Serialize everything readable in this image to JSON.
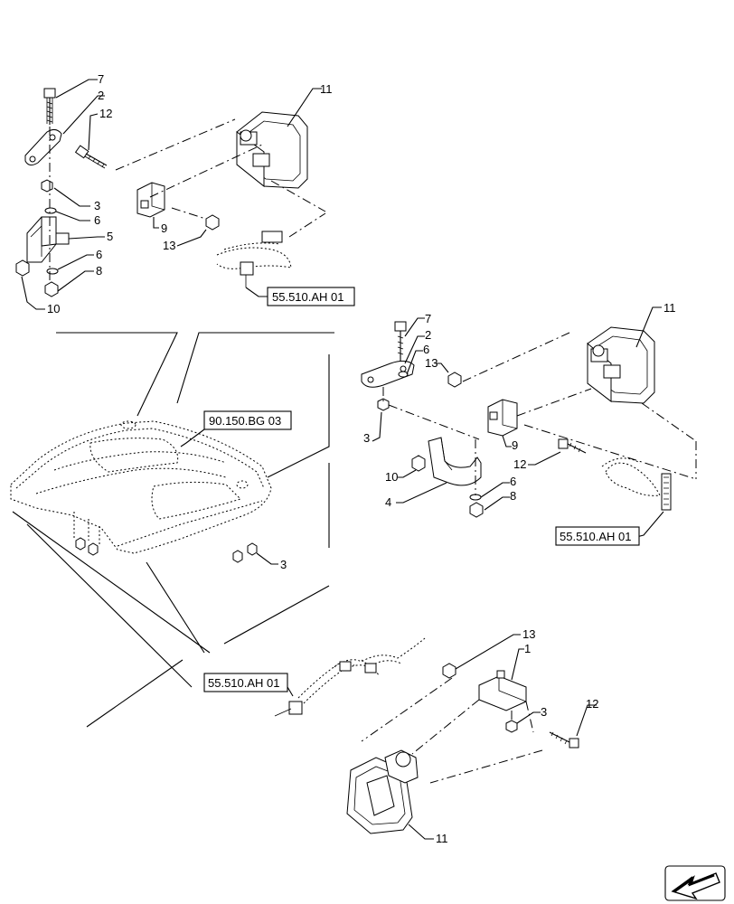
{
  "callouts": {
    "g1_7": "7",
    "g1_2": "2",
    "g1_12": "12",
    "g1_11": "11",
    "g1_3": "3",
    "g1_6a": "6",
    "g1_5": "5",
    "g1_6b": "6",
    "g1_8": "8",
    "g1_10": "10",
    "g1_9": "9",
    "g1_13": "13",
    "g2_11": "11",
    "g2_7": "7",
    "g2_2": "2",
    "g2_6a": "6",
    "g2_13": "13",
    "g2_3": "3",
    "g2_9": "9",
    "g2_12": "12",
    "g2_10": "10",
    "g2_6b": "6",
    "g2_4": "4",
    "g2_8": "8",
    "hood_3": "3",
    "g3_13": "13",
    "g3_1": "1",
    "g3_3": "3",
    "g3_12": "12",
    "g3_11": "11"
  },
  "references": {
    "ref_top": "55.510.AH 01",
    "ref_hood": "90.150.BG 03",
    "ref_mid": "55.510.AH 01",
    "ref_bottom": "55.510.AH 01"
  },
  "icons": {
    "nav": "previous-page-arrow-icon"
  }
}
